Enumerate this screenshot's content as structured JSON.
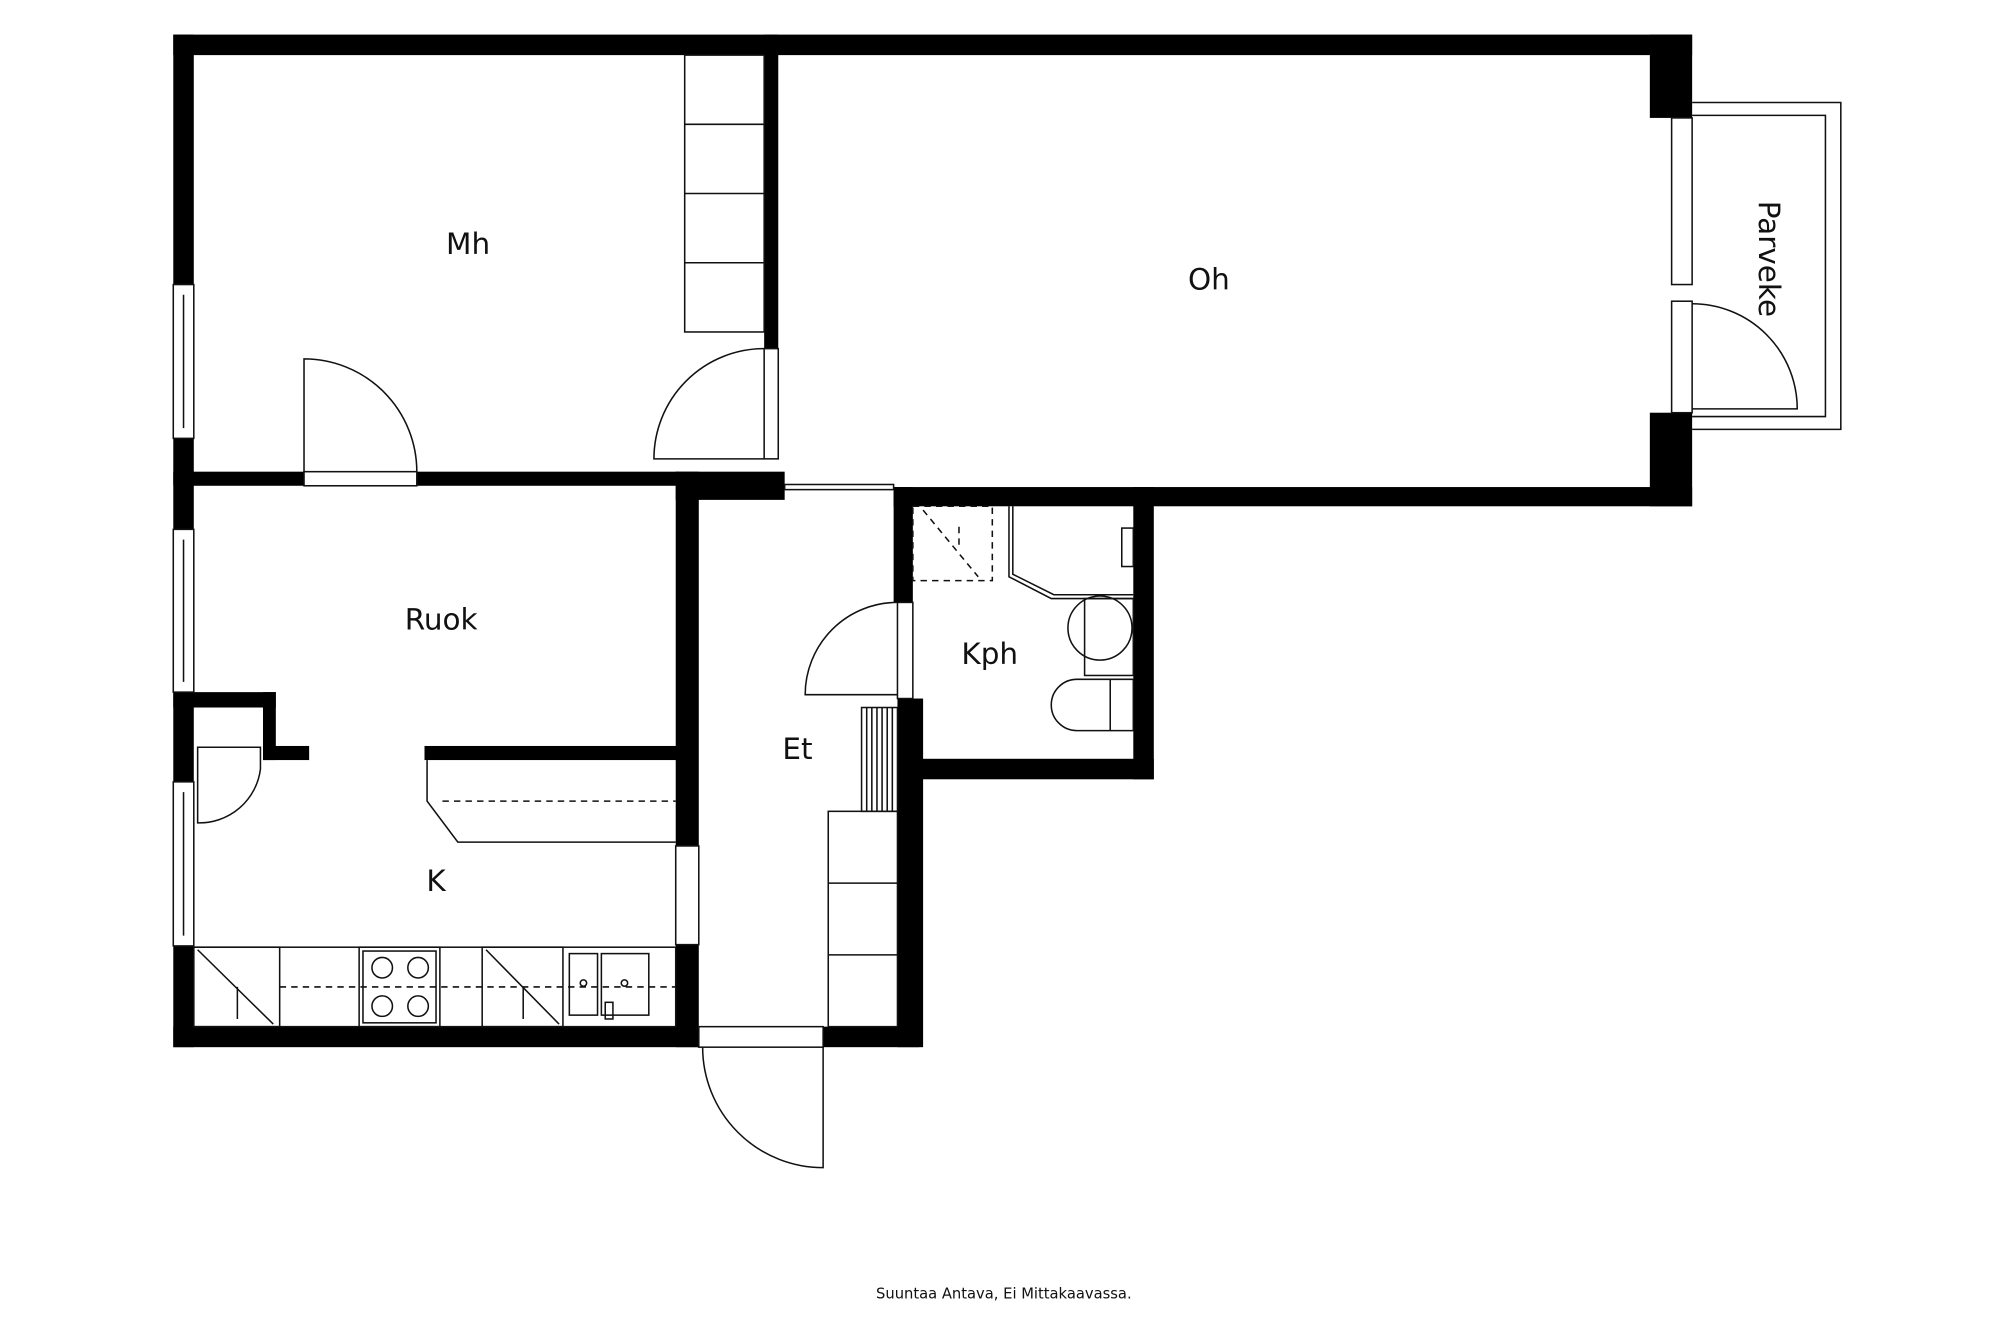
{
  "rooms": {
    "bedroom": "Mh",
    "living_room": "Oh",
    "balcony": "Parveke",
    "dining": "Ruok",
    "kitchen": "K",
    "hallway": "Et",
    "bathroom": "Kph"
  },
  "footer_note": "Suuntaa Antava, Ei Mittakaavassa.",
  "colors": {
    "wall": "#000000",
    "background": "#ffffff"
  }
}
